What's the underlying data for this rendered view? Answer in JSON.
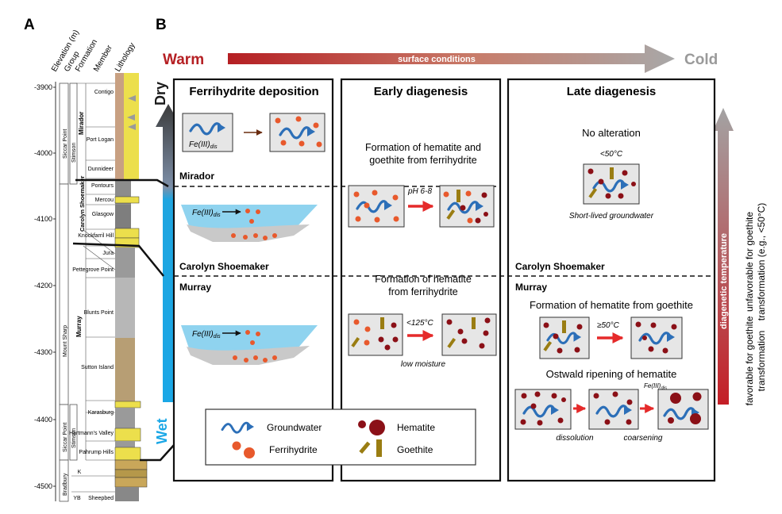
{
  "panel_a": {
    "letter": "A",
    "headers": {
      "elevation": "Elevation (m)",
      "group": "Group",
      "formation": "Formation",
      "member": "Member",
      "lithology": "Lithology"
    },
    "elevations": [
      "-3900",
      "-4000",
      "-4100",
      "-4200",
      "-4300",
      "-4400",
      "-4500"
    ],
    "groups": {
      "siccar_point_upper": "Siccar Point",
      "mount_sharp": "Mount Sharp",
      "siccar_point_lower": "Siccar Point",
      "bradbury": "Bradbury"
    },
    "formations": {
      "stimson_upper": "Stimson",
      "mirador": "Mirador",
      "carolyn_shoemaker": "Carolyn Shoemaker",
      "murray": "Murray",
      "stimson_lower": "Stimson"
    },
    "members": {
      "contigo": "Contigo",
      "port_logan": "Port Logan",
      "dunnideer": "Dunnideer",
      "pontours": "Pontours",
      "mercou": "Mercou",
      "glasgow": "Glasgow",
      "knockfarril": "Knockfarril Hill",
      "jura": "Jura",
      "pettegrove": "Pettegrove Point",
      "blunts": "Blunts Point",
      "sutton": "Sutton Island",
      "karasburg": "Karasburg",
      "hartmann": "Hartmann's Valley",
      "pahrump": "Pahrump Hills",
      "k": "K",
      "yb": "YB",
      "sheepbed": "Sheepbed"
    }
  },
  "panel_b": {
    "letter": "B",
    "warm": "Warm",
    "cold": "Cold",
    "surface": "surface conditions",
    "dry": "Dry",
    "wet": "Wet",
    "diagenetic": "diagenetic temperature",
    "right_top": [
      "unfavorable for goethite",
      "transformation (e.g., <50°C)"
    ],
    "right_bottom": [
      "favorable for goethite",
      "transformation"
    ],
    "boxes": {
      "deposition": "Ferrihydrite deposition",
      "early": "Early diagenesis",
      "late": "Late diagenesis"
    },
    "formations": {
      "mirador": "Mirador",
      "carolyn": "Carolyn Shoemaker",
      "carolyn_late": "Carolyn Shoemaker",
      "murray": "Murray",
      "murray_late": "Murray"
    },
    "fe_label": "Fe(III)",
    "fe_sub": "dis",
    "early": {
      "text1": [
        "Formation of hematite and",
        "goethite from ferrihydrite"
      ],
      "ph": "pH 6-8",
      "text2": [
        "Formation of hematite",
        "from ferrihydrite"
      ],
      "temp": "<125°C",
      "moisture": "low moisture"
    },
    "late": {
      "no_alteration": "No alteration",
      "lt50": "<50°C",
      "short_lived": "Short-lived  groundwater",
      "formation": "Formation of hematite from goethite",
      "ge50": "≥50°C",
      "ostwald": "Ostwald ripening of hematite",
      "dissolution": "dissolution",
      "coarsening": "coarsening"
    },
    "legend": {
      "groundwater": "Groundwater",
      "ferrihydrite": "Ferrihydrite",
      "hematite": "Hematite",
      "goethite": "Goethite"
    }
  },
  "colors": {
    "ferrihydrite": "#e8592c",
    "hematite": "#8b1017",
    "goethite": "#9a7d12",
    "groundwater": "#2c6fb8",
    "water": "#8fd3ef",
    "box_fill": "#e6e6e6"
  }
}
